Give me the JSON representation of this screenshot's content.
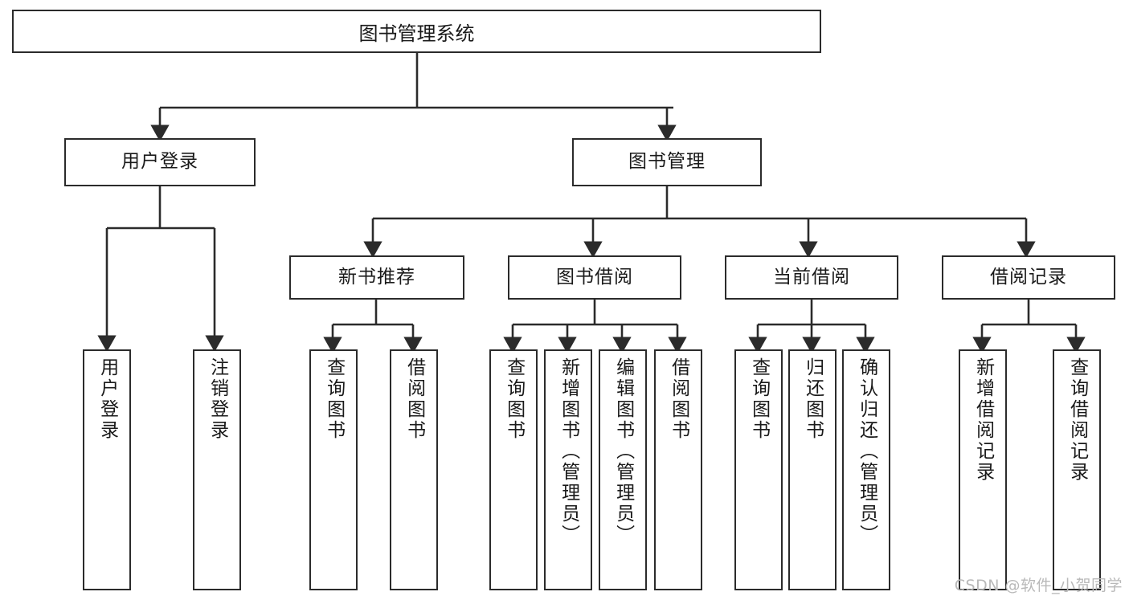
{
  "diagram": {
    "type": "tree-hierarchy-diagram",
    "title": "图书管理系统",
    "stroke_color": "#2b2b2b",
    "background_color": "#ffffff",
    "text_color": "#1a1a1a"
  },
  "root": {
    "label": "图书管理系统"
  },
  "level1": [
    {
      "label": "用户登录"
    },
    {
      "label": "图书管理"
    }
  ],
  "level2": [
    {
      "label": "新书推荐"
    },
    {
      "label": "图书借阅"
    },
    {
      "label": "当前借阅"
    },
    {
      "label": "借阅记录"
    }
  ],
  "leaves": [
    {
      "label": "用户登录",
      "parent": "用户登录"
    },
    {
      "label": "注销登录",
      "parent": "用户登录"
    },
    {
      "label": "查询图书",
      "parent": "新书推荐"
    },
    {
      "label": "借阅图书",
      "parent": "新书推荐"
    },
    {
      "label": "查询图书",
      "parent": "图书借阅"
    },
    {
      "label": "新增图书（管理员）",
      "parent": "图书借阅"
    },
    {
      "label": "编辑图书（管理员）",
      "parent": "图书借阅"
    },
    {
      "label": "借阅图书",
      "parent": "图书借阅"
    },
    {
      "label": "查询图书",
      "parent": "当前借阅"
    },
    {
      "label": "归还图书",
      "parent": "当前借阅"
    },
    {
      "label": "确认归还（管理员）",
      "parent": "当前借阅"
    },
    {
      "label": "新增借阅记录",
      "parent": "借阅记录"
    },
    {
      "label": "查询借阅记录",
      "parent": "借阅记录"
    }
  ],
  "watermark": {
    "text": "CSDN @软件_小贺同学"
  }
}
